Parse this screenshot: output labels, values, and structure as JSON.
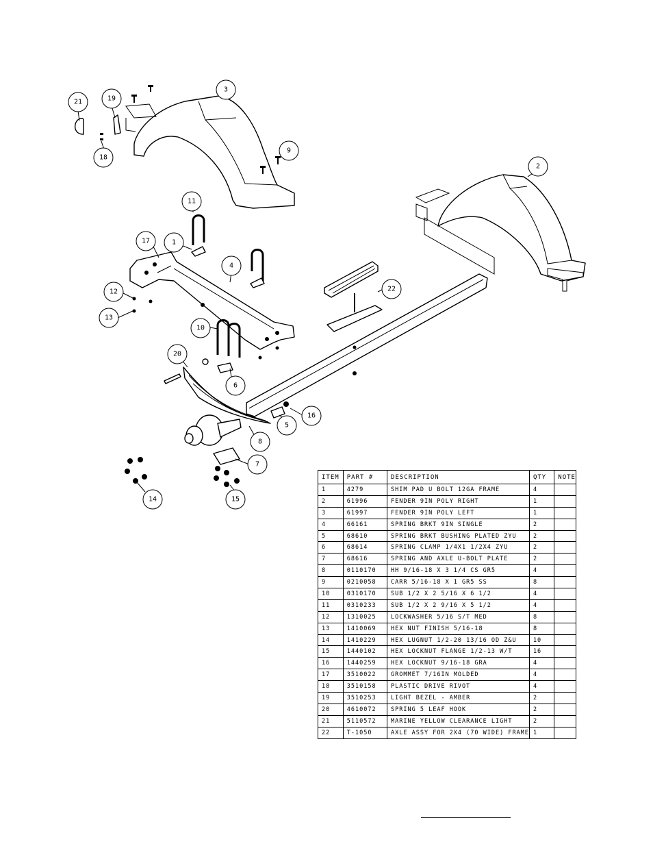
{
  "table": {
    "headers": [
      "ITEM",
      "PART #",
      "DESCRIPTION",
      "QTY",
      "NOTE"
    ],
    "rows": [
      [
        "1",
        "4279",
        "SHIM PAD   U BOLT 12GA FRAME",
        "4",
        ""
      ],
      [
        "2",
        "61996",
        "FENDER  9IN POLY RIGHT",
        "1",
        ""
      ],
      [
        "3",
        "61997",
        "FENDER  9IN POLY LEFT",
        "1",
        ""
      ],
      [
        "4",
        "66161",
        "SPRING BRKT   9IN SINGLE",
        "2",
        ""
      ],
      [
        "5",
        "68610",
        "SPRING BRKT BUSHING PLATED ZYU",
        "2",
        ""
      ],
      [
        "6",
        "68614",
        "SPRING CLAMP   1/4X1 1/2X4  ZYU",
        "2",
        ""
      ],
      [
        "7",
        "68616",
        "SPRING AND AXLE U-BOLT PLATE",
        "2",
        ""
      ],
      [
        "8",
        "0110170",
        "HH 9/16-18 X 3 1/4 CS GR5",
        "4",
        ""
      ],
      [
        "9",
        "0210058",
        "CARR 5/16-18 X 1 GR5 SS",
        "8",
        ""
      ],
      [
        "10",
        "0310170",
        "SUB 1/2 X 2 5/16 X 6 1/2",
        "4",
        ""
      ],
      [
        "11",
        "0310233",
        "SUB 1/2 X 2 9/16 X 5 1/2",
        "4",
        ""
      ],
      [
        "12",
        "1310025",
        "LOCKWASHER 5/16 S/T MED",
        "8",
        ""
      ],
      [
        "13",
        "1410069",
        "HEX NUT FINISH 5/16-18",
        "8",
        ""
      ],
      [
        "14",
        "1410229",
        "HEX LUGNUT 1/2-20 13/16 OD Z&U",
        "10",
        ""
      ],
      [
        "15",
        "1440102",
        "HEX LOCKNUT FLANGE 1/2-13 W/T",
        "16",
        ""
      ],
      [
        "16",
        "1440259",
        "HEX LOCKNUT 9/16-18 GRA",
        "4",
        ""
      ],
      [
        "17",
        "3510022",
        "GROMMET  7/16IN MOLDED",
        "4",
        ""
      ],
      [
        "18",
        "3510158",
        "PLASTIC DRIVE RIVOT",
        "4",
        ""
      ],
      [
        "19",
        "3510253",
        "LIGHT BEZEL - AMBER",
        "2",
        ""
      ],
      [
        "20",
        "4610072",
        "SPRING  5 LEAF HOOK",
        "2",
        ""
      ],
      [
        "21",
        "5110572",
        "MARINE YELLOW CLEARANCE LIGHT",
        "2",
        ""
      ],
      [
        "22",
        "T-1050",
        "AXLE ASSY FOR 2X4 (70 WIDE) FRAME",
        "1",
        ""
      ]
    ]
  },
  "callouts": [
    "21",
    "19",
    "18",
    "3",
    "9",
    "2",
    "11",
    "17",
    "1",
    "4",
    "12",
    "13",
    "10",
    "20",
    "6",
    "22",
    "5",
    "16",
    "8",
    "7",
    "14",
    "15"
  ],
  "colors": {
    "ink": "#000000",
    "link": "#1a1aff"
  }
}
